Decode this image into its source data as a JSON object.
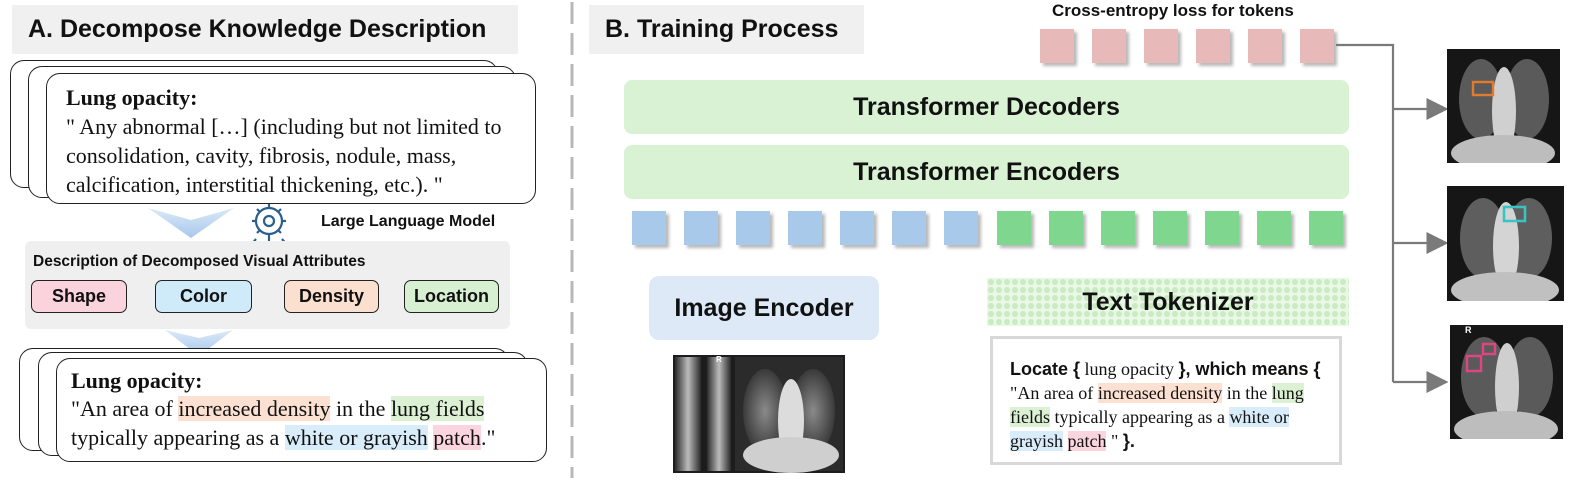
{
  "panel_a": {
    "title": "A. Decompose Knowledge Description",
    "card1": {
      "heading": "Lung opacity:",
      "body": "\" Any abnormal […] (including but not limited to consolidation, cavity, fibrosis, nodule, mass, calcification, interstitial thickening, etc.). \""
    },
    "llm_label": "Large Language Model",
    "attributes_title": "Description of Decomposed Visual Attributes",
    "attributes": [
      {
        "label": "Shape",
        "color": "#fad3dc"
      },
      {
        "label": "Color",
        "color": "#cfeaf8"
      },
      {
        "label": "Density",
        "color": "#fbe0d0"
      },
      {
        "label": "Location",
        "color": "#d8f0d2"
      }
    ],
    "card2": {
      "heading": "Lung opacity:",
      "segments": [
        "\"An area of ",
        "increased density",
        " in the ",
        "lung fields",
        " typically appearing as a ",
        "white or grayish",
        " ",
        "patch",
        ".\""
      ]
    }
  },
  "panel_b": {
    "title": "B. Training Process",
    "loss_label": "Cross-entropy loss for tokens",
    "decoders_label": "Transformer Decoders",
    "encoders_label": "Transformer Encoders",
    "image_encoder_label": "Image Encoder",
    "text_tokenizer_label": "Text Tokenizer",
    "xray_marker": "R",
    "prompt": {
      "b1": "Locate {",
      "s1": " lung opacity ",
      "b2": "}, which means {",
      "s2": " \"An area of ",
      "h1": "increased density",
      "s3": " in the ",
      "h2": "lung fields",
      "s4": " typically appearing as a ",
      "h3": "white or grayish",
      "s5": " ",
      "h4": "patch",
      "s6": " \" ",
      "b3": "}."
    },
    "colors": {
      "output_token": "#e8b9b9",
      "image_token": "#a9c9ea",
      "text_token": "#7fd68e",
      "band": "#d9f2d4",
      "image_encoder": "#dde9f6"
    },
    "results": [
      {
        "marker": "",
        "box_color": "#e07b2f"
      },
      {
        "marker": "",
        "box_color": "#39c3c3"
      },
      {
        "marker": "R",
        "box_color": "#e0457f"
      }
    ]
  }
}
